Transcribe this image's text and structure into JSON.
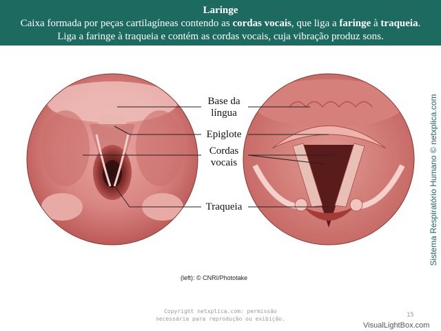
{
  "header": {
    "title": "Laringe",
    "line1_pre": "Caixa formada por peças cartilagíneas contendo as ",
    "line1_bold1": "cordas vocais",
    "line1_mid1": ", que liga a ",
    "line1_bold2": "faringe",
    "line1_mid2": " à ",
    "line1_bold3": "traqueia",
    "line1_post": ".",
    "line2": "Liga a faringe à traqueia e contém as cordas vocais, cuja vibração produz sons."
  },
  "labels": {
    "base_lingua_1": "Base da",
    "base_lingua_2": "língua",
    "epiglote": "Epiglote",
    "cordas_1": "Cordas",
    "cordas_2": "vocais",
    "traqueia": "Traqueia"
  },
  "credit": "(left): © CNRI/Phototake",
  "side_text": "Sistema Respiratório Humano © netxplica.com",
  "footer": {
    "copyright_1": "Copyright netxplica.com: permissão",
    "copyright_2": "necessária para reprodução ou exibição.",
    "page_number": "15",
    "watermark": "VisualLightBox.com"
  },
  "colors": {
    "header_bg": "#1d6b60",
    "tissue": "#d9807e",
    "tissue_dark": "#a8413f"
  }
}
